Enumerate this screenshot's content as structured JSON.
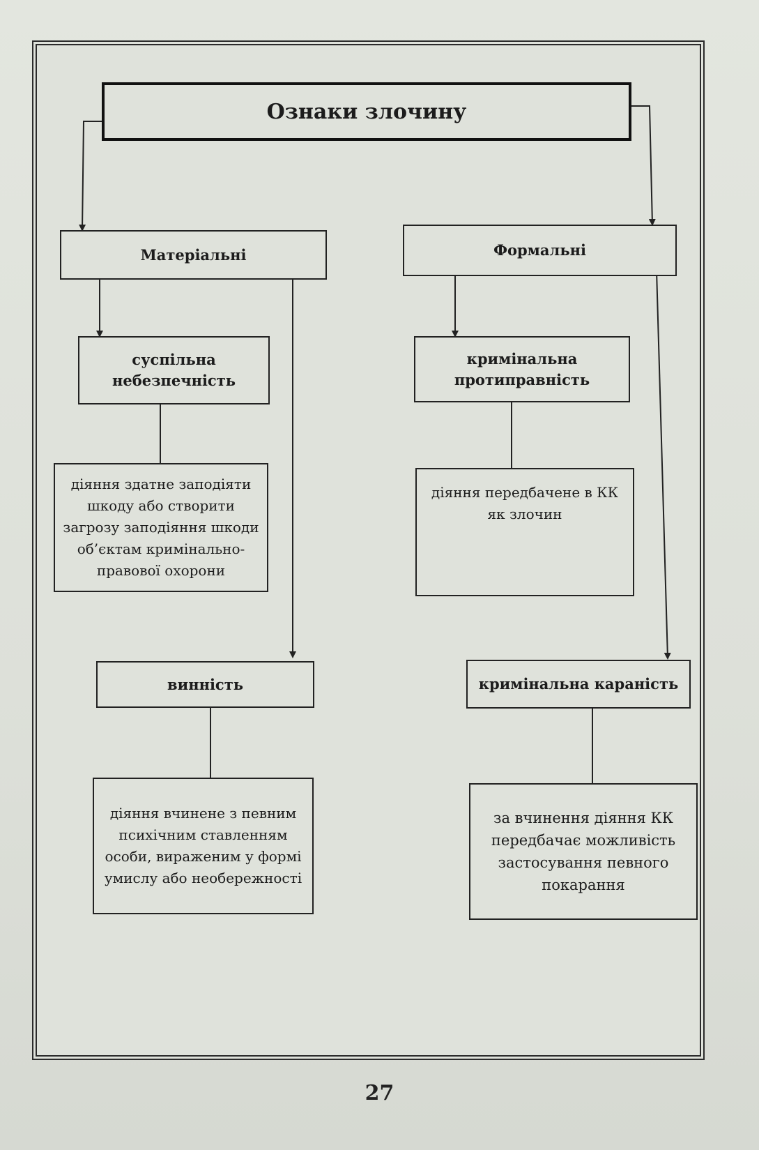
{
  "diagram": {
    "title": "Ознаки злочину",
    "groups": {
      "material": "Матеріальні",
      "formal": "Формальні"
    },
    "signs": {
      "social_danger": {
        "label": "суспільна небезпечність",
        "description": "діяння здатне заподіяти шкоду або створити загрозу заподіяння шкоди об’єктам кримінально-правової охорони"
      },
      "guilt": {
        "label": "винність",
        "description": "діяння вчинене з певним психічним ставленням особи, вираженим у формі умислу або необережності"
      },
      "illegality": {
        "label": "кримінальна протиправність",
        "description": "діяння передбачене в КК як злочин"
      },
      "punishability": {
        "label": "кримінальна караність",
        "description": "за вчинення діяння КК передбачає можливість застосування певного покарання"
      }
    }
  },
  "page_number": "27"
}
